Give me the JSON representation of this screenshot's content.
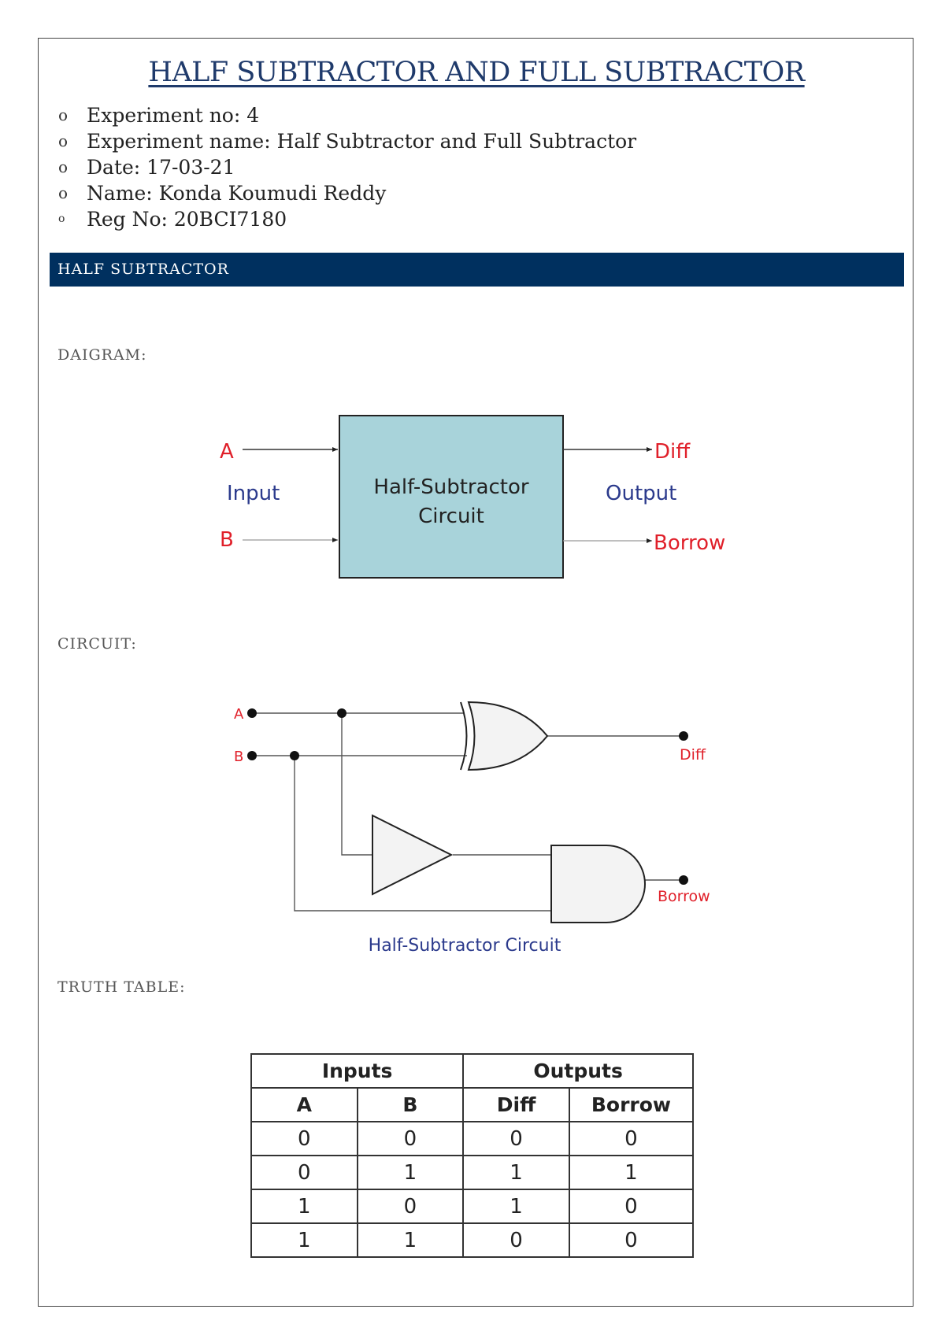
{
  "title": "HALF SUBTRACTOR AND FULL SUBTRACTOR",
  "meta": [
    {
      "bullet": "o",
      "text": "Experiment no: 4"
    },
    {
      "bullet": "o",
      "text": "Experiment name: Half Subtractor and Full Subtractor"
    },
    {
      "bullet": "o",
      "text": "Date: 17-03-21"
    },
    {
      "bullet": "o",
      "text": "Name: Konda Koumudi Reddy"
    },
    {
      "bullet": "o",
      "text": "Reg No: 20BCI7180"
    }
  ],
  "section": "HALF SUBTRACTOR",
  "labels": {
    "diagram": "DAIGRAM:",
    "circuit": "CIRCUIT:",
    "truth_table": "TRUTH TABLE:"
  },
  "block_diagram": {
    "input_a": "A",
    "input_b": "B",
    "input_label": "Input",
    "box_line1": "Half-Subtractor",
    "box_line2": "Circuit",
    "output_label": "Output",
    "output_diff": "Diff",
    "output_borrow": "Borrow"
  },
  "circuit": {
    "input_a": "A",
    "input_b": "B",
    "output_diff": "Diff",
    "output_borrow": "Borrow",
    "caption": "Half-Subtractor Circuit"
  },
  "truth_table": {
    "group_headers": [
      "Inputs",
      "Outputs"
    ],
    "headers": [
      "A",
      "B",
      "Diff",
      "Borrow"
    ],
    "rows": [
      [
        "0",
        "0",
        "0",
        "0"
      ],
      [
        "0",
        "1",
        "1",
        "1"
      ],
      [
        "1",
        "0",
        "1",
        "0"
      ],
      [
        "1",
        "1",
        "0",
        "0"
      ]
    ]
  },
  "colors": {
    "accent_red": "#e0202a",
    "accent_blue": "#2b3a8c",
    "box_fill": "#a8d3da",
    "section_bar": "#00305f"
  }
}
